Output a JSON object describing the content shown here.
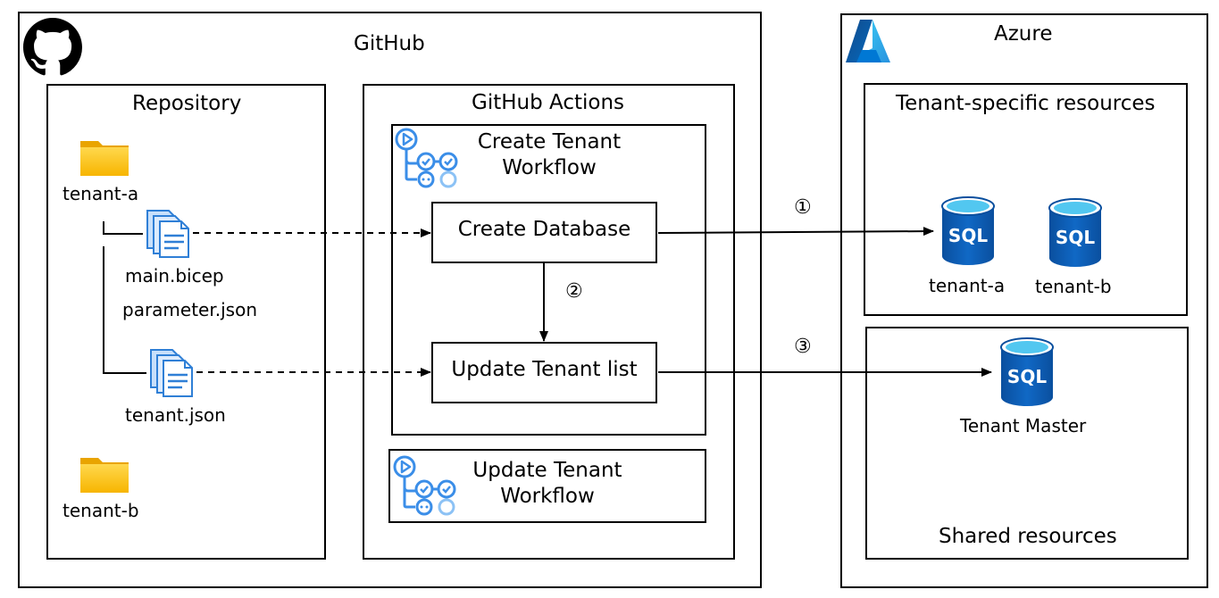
{
  "github": {
    "title": "GitHub",
    "repository": {
      "title": "Repository",
      "folder_a": "tenant-a",
      "file_main": "main.bicep",
      "file_param": "parameter.json",
      "file_tenant": "tenant.json",
      "folder_b": "tenant-b"
    },
    "actions": {
      "title": "GitHub Actions",
      "create_workflow": {
        "title_line1": "Create Tenant",
        "title_line2": "Workflow",
        "step_db": "Create Database",
        "step_list": "Update Tenant list"
      },
      "update_workflow": {
        "title_line1": "Update Tenant",
        "title_line2": "Workflow"
      }
    }
  },
  "azure": {
    "title": "Azure",
    "tenant_resources": {
      "title": "Tenant-specific resources",
      "db_a": "tenant-a",
      "db_b": "tenant-b"
    },
    "shared_resources": {
      "title": "Shared resources",
      "master": "Tenant Master"
    },
    "sql_label": "SQL"
  },
  "steps": {
    "one": "①",
    "two": "②",
    "three": "③"
  },
  "colors": {
    "folder": "#f5b800",
    "file": "#2f7fd6",
    "sql_dark": "#0a4f9e",
    "sql_light": "#52c7f0",
    "workflow": "#3b8ee8",
    "azure_dark": "#0b5cad",
    "azure_light": "#39a0f0"
  },
  "icons": [
    "github-logo-icon",
    "azure-logo-icon",
    "folder-icon",
    "file-icon",
    "workflow-icon",
    "sql-database-icon"
  ]
}
